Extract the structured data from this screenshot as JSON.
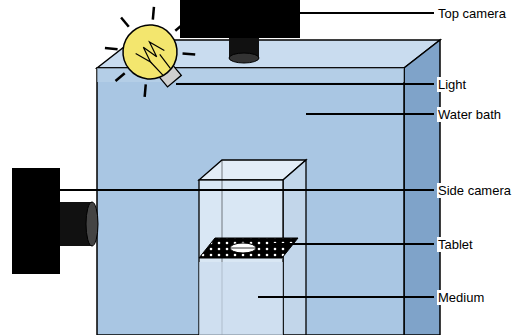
{
  "diagram": {
    "labels": [
      "Top camera",
      "Light",
      "Water bath",
      "Side camera",
      "Tablet",
      "Medium"
    ]
  }
}
